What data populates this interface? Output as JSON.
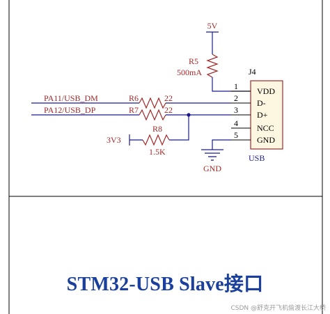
{
  "schematic": {
    "net_5v": "5V",
    "r5_ref": "R5",
    "r5_value": "500mA",
    "connector_ref": "J4",
    "connector_type": "USB",
    "pins": [
      {
        "num": "1",
        "name": "VDD"
      },
      {
        "num": "2",
        "name": "D-"
      },
      {
        "num": "3",
        "name": "D+"
      },
      {
        "num": "4",
        "name": "NCC"
      },
      {
        "num": "5",
        "name": "GND"
      }
    ],
    "net_dm": "PA11/USB_DM",
    "net_dp": "PA12/USB_DP",
    "r6_ref": "R6",
    "r6_value": "22",
    "r7_ref": "R7",
    "r7_value": "22",
    "r8_ref": "R8",
    "r8_value": "1.5K",
    "net_3v3": "3V3",
    "gnd_label": "GND"
  },
  "caption": "STM32-USB Slave接口",
  "watermark": "CSDN @舒克开飞机偷渡长江大桥",
  "colors": {
    "wire": "#1a1a8c",
    "component": "#a12828",
    "caption": "#1a3f9c"
  }
}
